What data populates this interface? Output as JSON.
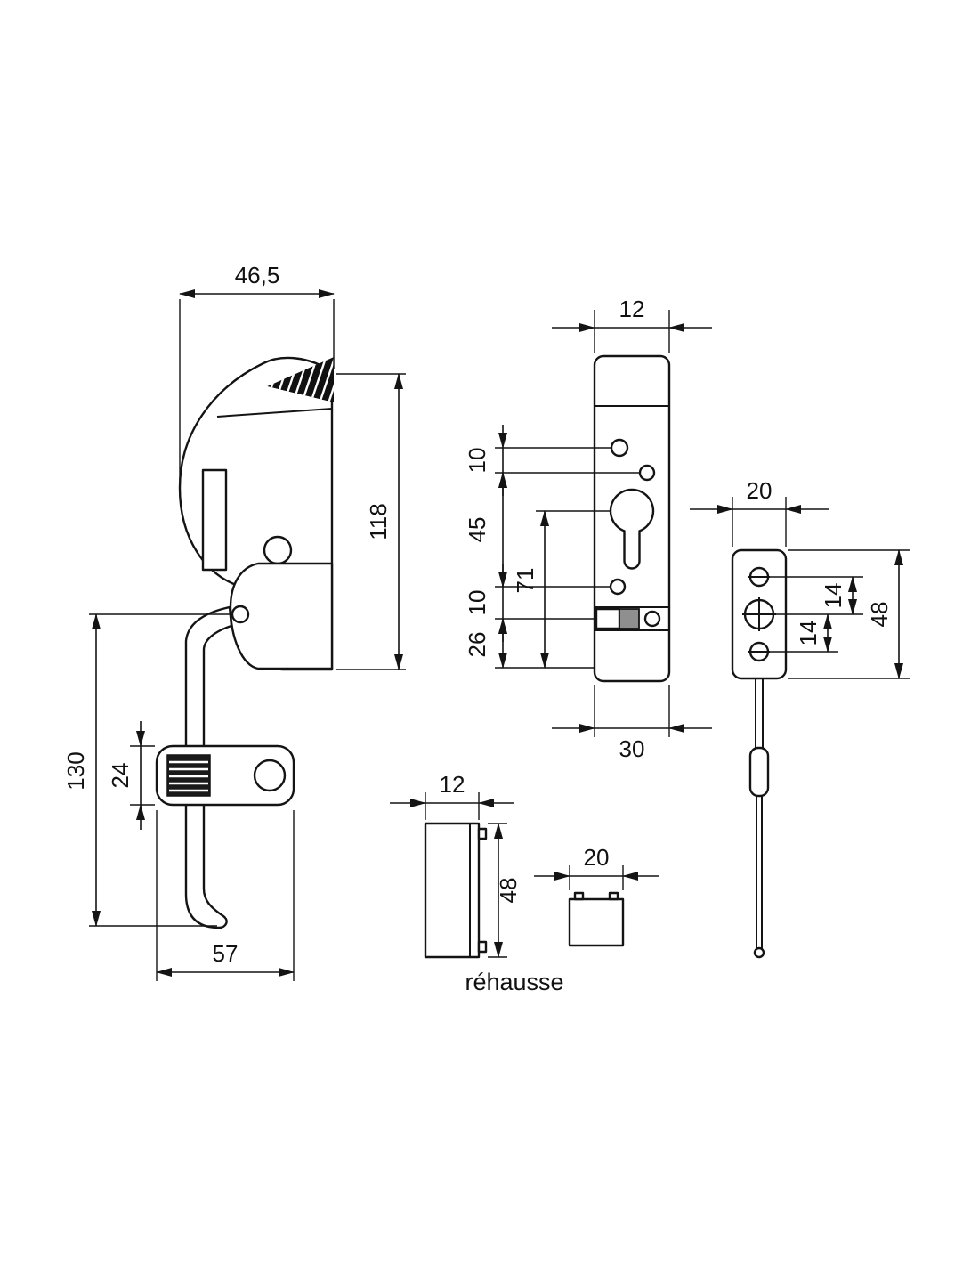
{
  "caption": "réhausse",
  "side_view": {
    "width": "46,5",
    "height": "118",
    "arm_length": "130",
    "slider_width": "24",
    "base_width": "57"
  },
  "plate_view": {
    "width": "12",
    "hole_offset": "10",
    "cylinder_offset": "45",
    "overall": "71",
    "lower_offset": "10",
    "latch": "26",
    "depth": "30"
  },
  "keeper_view": {
    "width": "20",
    "pitch_upper": "14",
    "pitch_lower": "14",
    "height": "48"
  },
  "spacer_view": {
    "thickness": "12",
    "height": "48"
  },
  "riser_view": {
    "width": "20"
  }
}
